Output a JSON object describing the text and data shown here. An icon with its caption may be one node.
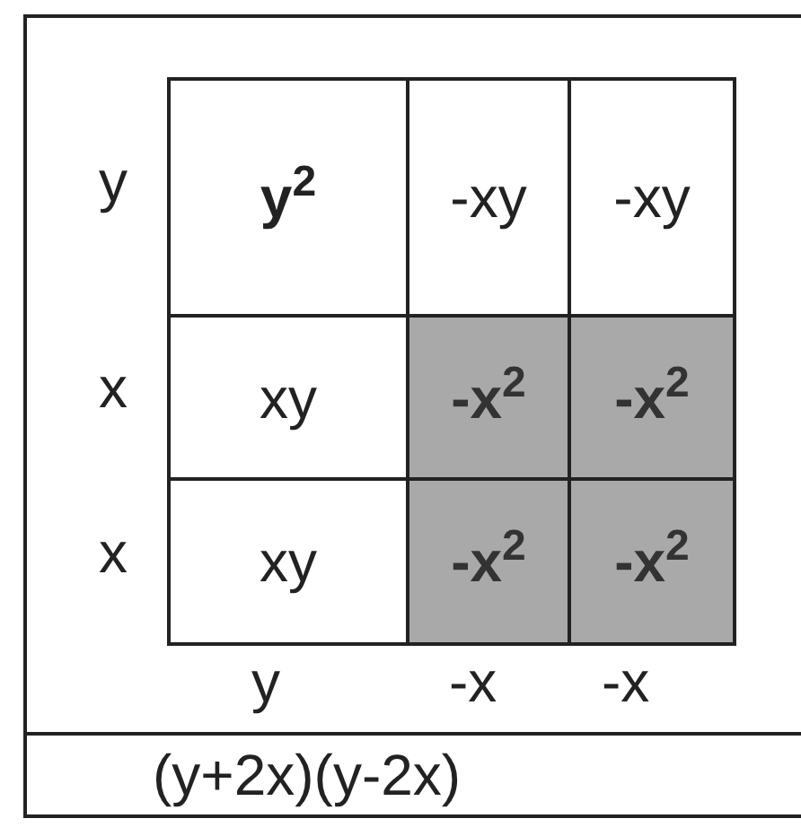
{
  "diagram": {
    "nodes": [
      {
        "text": [
          "y$^{2}$"
        ]
      },
      {
        "text": [
          "-xy"
        ]
      },
      {
        "text": [
          "-xy"
        ]
      },
      {
        "text": [
          "xy"
        ]
      },
      {
        "text": [
          "-x$^{2}$"
        ]
      },
      {
        "text": [
          "-x$^{2}$"
        ]
      },
      {
        "text": [
          "xy"
        ]
      },
      {
        "text": [
          "-x$^{2}$"
        ]
      },
      {
        "text": [
          "-x$^{2}$"
        ]
      },
      {
        "text": [
          "(y+2x)(y-2x)"
        ]
      }
    ],
    "labels": [
      "y",
      "x",
      "x",
      "y",
      "-x",
      "-x"
    ]
  }
}
